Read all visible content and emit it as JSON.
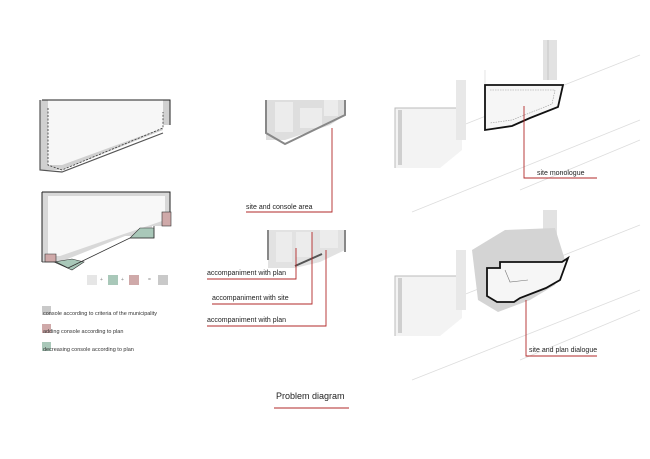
{
  "legend": {
    "items": [
      {
        "label": "console according to criteria of the municipality",
        "color": "#c9c9c9"
      },
      {
        "label": "adding console according to plan",
        "color": "#cfa9a9"
      },
      {
        "label": "decreasing console according to plan",
        "color": "#a9c8b9"
      }
    ],
    "operators": [
      "+",
      "+",
      "="
    ]
  },
  "labels": {
    "site_console_area": "site and console area",
    "accompaniment_plan_1": "accompaniment with plan",
    "accompaniment_site": "accompaniment with site",
    "accompaniment_plan_2": "accompaniment with plan",
    "site_monologue": "site monologue",
    "site_plan_dialogue": "site and plan dialogue"
  },
  "title": "Problem diagram",
  "colors": {
    "accent": "#b22a2a",
    "gray": "#c9c9c9",
    "add": "#cfa9a9",
    "decrease": "#a9c8b9"
  }
}
